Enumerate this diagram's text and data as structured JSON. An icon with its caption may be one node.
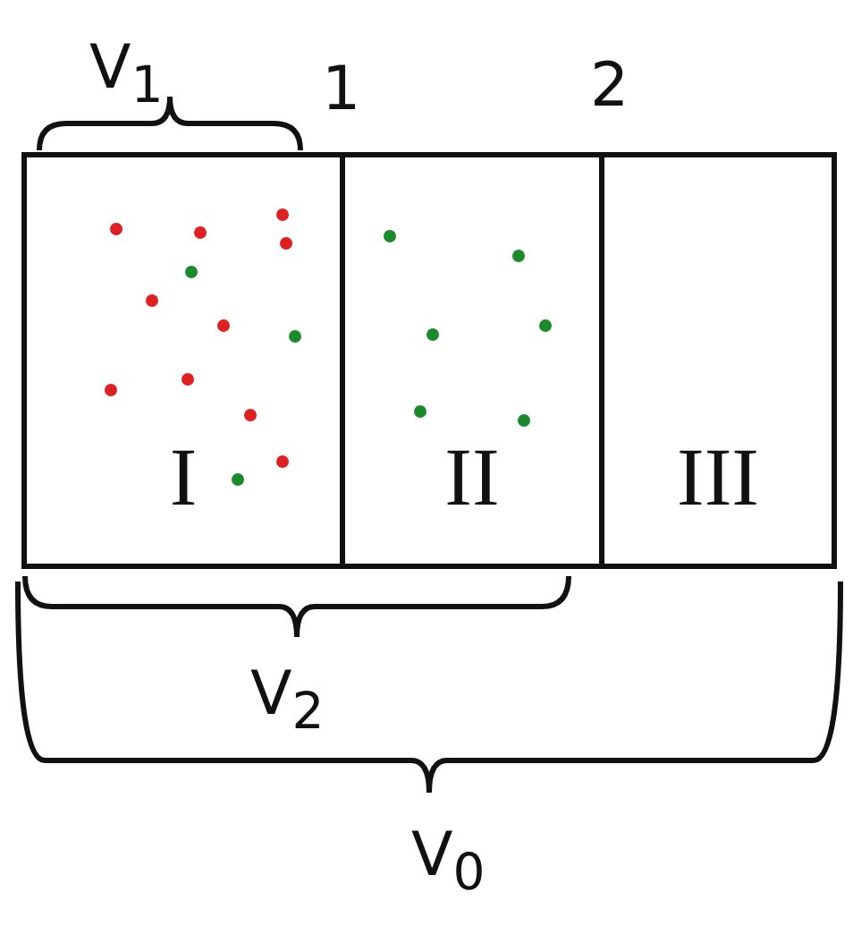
{
  "diagram": {
    "nodes": [
      {
        "text": [
          "I"
        ]
      },
      {
        "text": [
          "II"
        ]
      },
      {
        "text": [
          "III"
        ]
      }
    ],
    "labels": [
      "V$_{1}$",
      "1",
      "2",
      "V$_{2}$",
      "V$_{0}$"
    ]
  }
}
